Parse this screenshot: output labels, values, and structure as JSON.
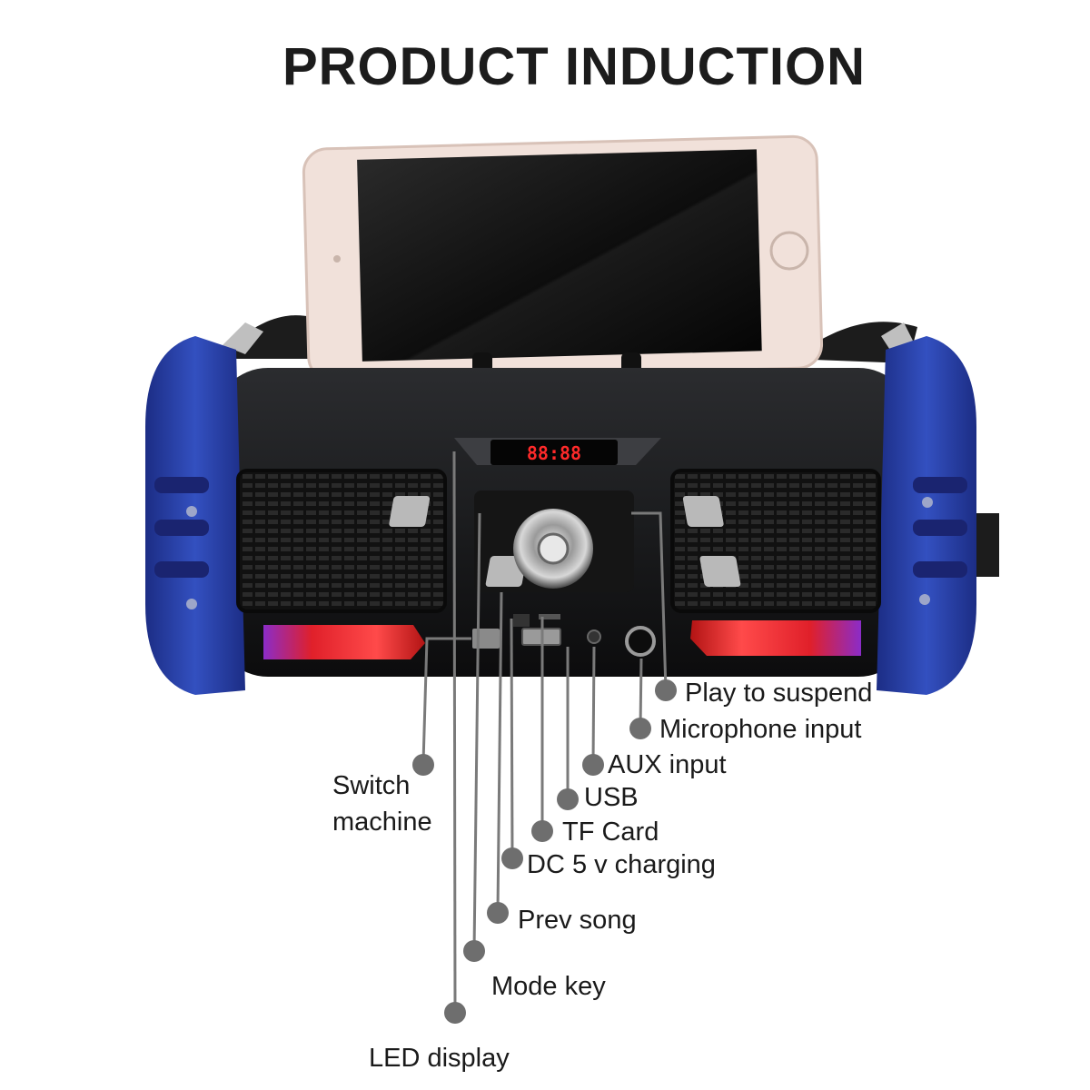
{
  "title": "PRODUCT INDUCTION",
  "led_display_text": "88:88",
  "callouts": {
    "play_to_suspend": "Play to suspend",
    "microphone_input": "Microphone input",
    "aux_input": "AUX input",
    "usb": "USB",
    "tf_card": "TF Card",
    "dc_charging": "DC 5 v charging",
    "prev_song": "Prev song",
    "mode_key": "Mode key",
    "led_display": "LED display",
    "switch_machine_line1": "Switch",
    "switch_machine_line2": "machine"
  },
  "colors": {
    "body": "#1b1c1e",
    "end_caps": "#2c3f9e",
    "phone": "#f2e3dc",
    "light_bar": "#e01b1b",
    "led": "#ff2a2a",
    "callout_dot": "#6e6e6e"
  }
}
